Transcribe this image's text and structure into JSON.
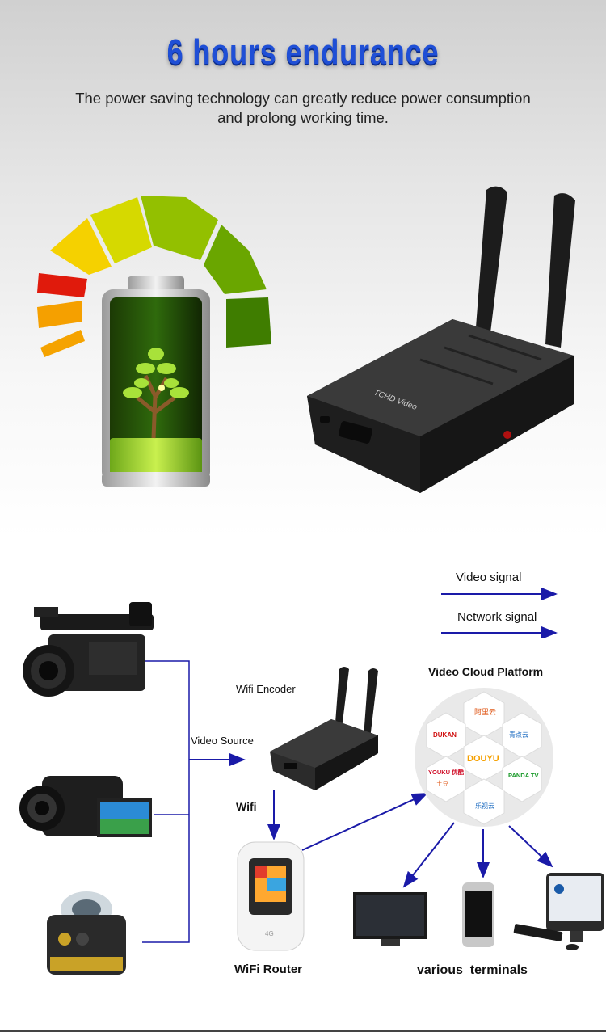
{
  "header": {
    "title": "6 hours endurance",
    "subtitle_line1": "The power saving technology can greatly reduce power consumption",
    "subtitle_line2": "and prolong working time."
  },
  "device": {
    "brand_text": "TCHD Video"
  },
  "legend": {
    "video_signal": "Video signal",
    "network_signal": "Network signal",
    "video_color": "#1a1aa8",
    "network_color": "#1a1aa8"
  },
  "diagram": {
    "video_source": "Video Source",
    "wifi_encoder": "Wifi Encoder",
    "wifi": "Wifi",
    "wifi_router": "WiFi Router",
    "cloud_platform": "Video Cloud Platform",
    "terminals": "various  terminals",
    "douyu": "DOUYU",
    "platforms": [
      "阿里云",
      "DUKAN",
      "青点云",
      "YOUKU 优酷",
      "PANDA TV",
      "土豆",
      "乐视云"
    ]
  },
  "colors": {
    "title": "#1f4fd6",
    "battery_green": "#7cc41e",
    "arrow_blue": "#1a1aa8"
  }
}
